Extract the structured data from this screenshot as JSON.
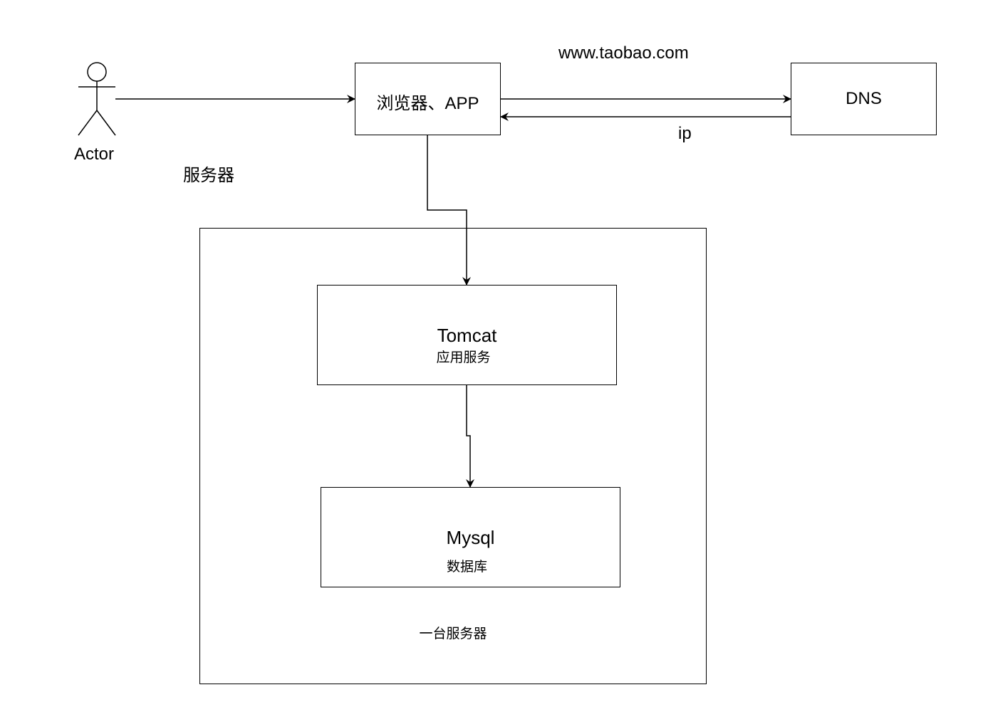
{
  "actor": {
    "label": "Actor"
  },
  "browser": {
    "label": "浏览器、APP"
  },
  "dns": {
    "label": "DNS"
  },
  "labels": {
    "domain": "www.taobao.com",
    "ip": "ip",
    "server_heading": "服务器"
  },
  "server": {
    "caption": "一台服务器",
    "tomcat": {
      "title": "Tomcat",
      "subtitle": "应用服务"
    },
    "mysql": {
      "title": "Mysql",
      "subtitle": "数据库"
    }
  },
  "colors": {
    "stroke": "#000000",
    "background": "#ffffff"
  }
}
